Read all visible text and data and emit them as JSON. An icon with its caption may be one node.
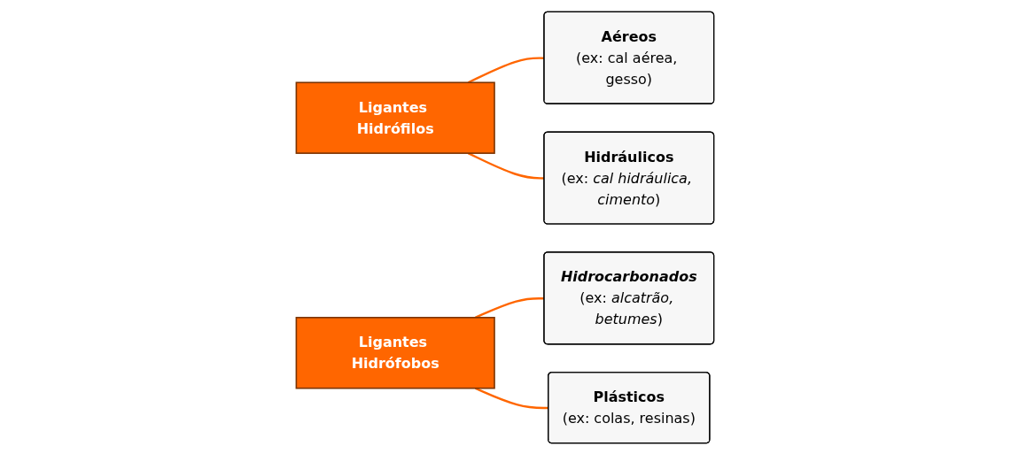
{
  "diagram": {
    "nodes": [
      {
        "text": [
          "Ligantes Hidrófilos"
        ]
      },
      {
        "text": [
          "Aéreos",
          "(ex: cal aérea, gesso)"
        ]
      },
      {
        "text": [
          "Hidráulicos",
          "(ex: *cal hidráulica, cimento*)"
        ]
      },
      {
        "text": [
          "Ligantes Hidrófobos"
        ]
      },
      {
        "text": [
          "Hidrocarbonados",
          "(ex: *alcatrão, betumes*)"
        ]
      },
      {
        "text": [
          "Plásticos",
          "(ex: colas, resinas)"
        ]
      }
    ],
    "edges": [
      {
        "from": 0,
        "to": 1,
        "arrow": "none"
      },
      {
        "from": 0,
        "to": 2,
        "arrow": "none"
      },
      {
        "from": 3,
        "to": 4,
        "arrow": "none"
      },
      {
        "from": 3,
        "to": 5,
        "arrow": "none"
      }
    ]
  }
}
